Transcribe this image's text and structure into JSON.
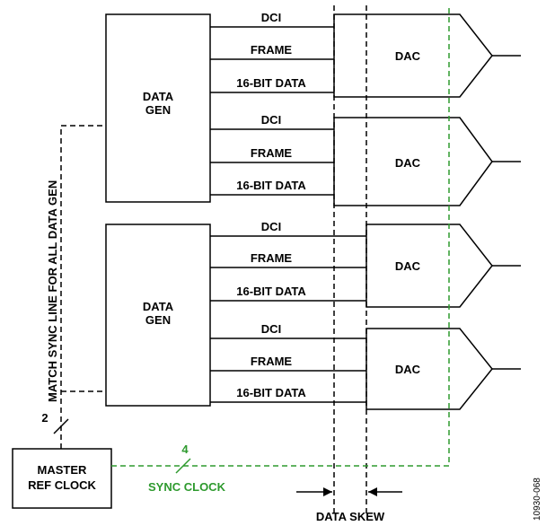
{
  "data_gen_label": [
    "DATA",
    "GEN"
  ],
  "dac_label": "DAC",
  "signals": {
    "dci": "DCI",
    "frame": "FRAME",
    "data": "16-BIT DATA"
  },
  "sync_line_label": "MATCH SYNC LINE FOR ALL DATA GEN",
  "master_clock_label": [
    "MASTER",
    "REF CLOCK"
  ],
  "sync_clock_label": "SYNC CLOCK",
  "sync_clock_width": "4",
  "master_bus_width": "2",
  "data_skew_label": "DATA SKEW",
  "figure_id": "10930-068",
  "colors": {
    "line": "#000000",
    "sync_clock": "#2e9a2e"
  }
}
